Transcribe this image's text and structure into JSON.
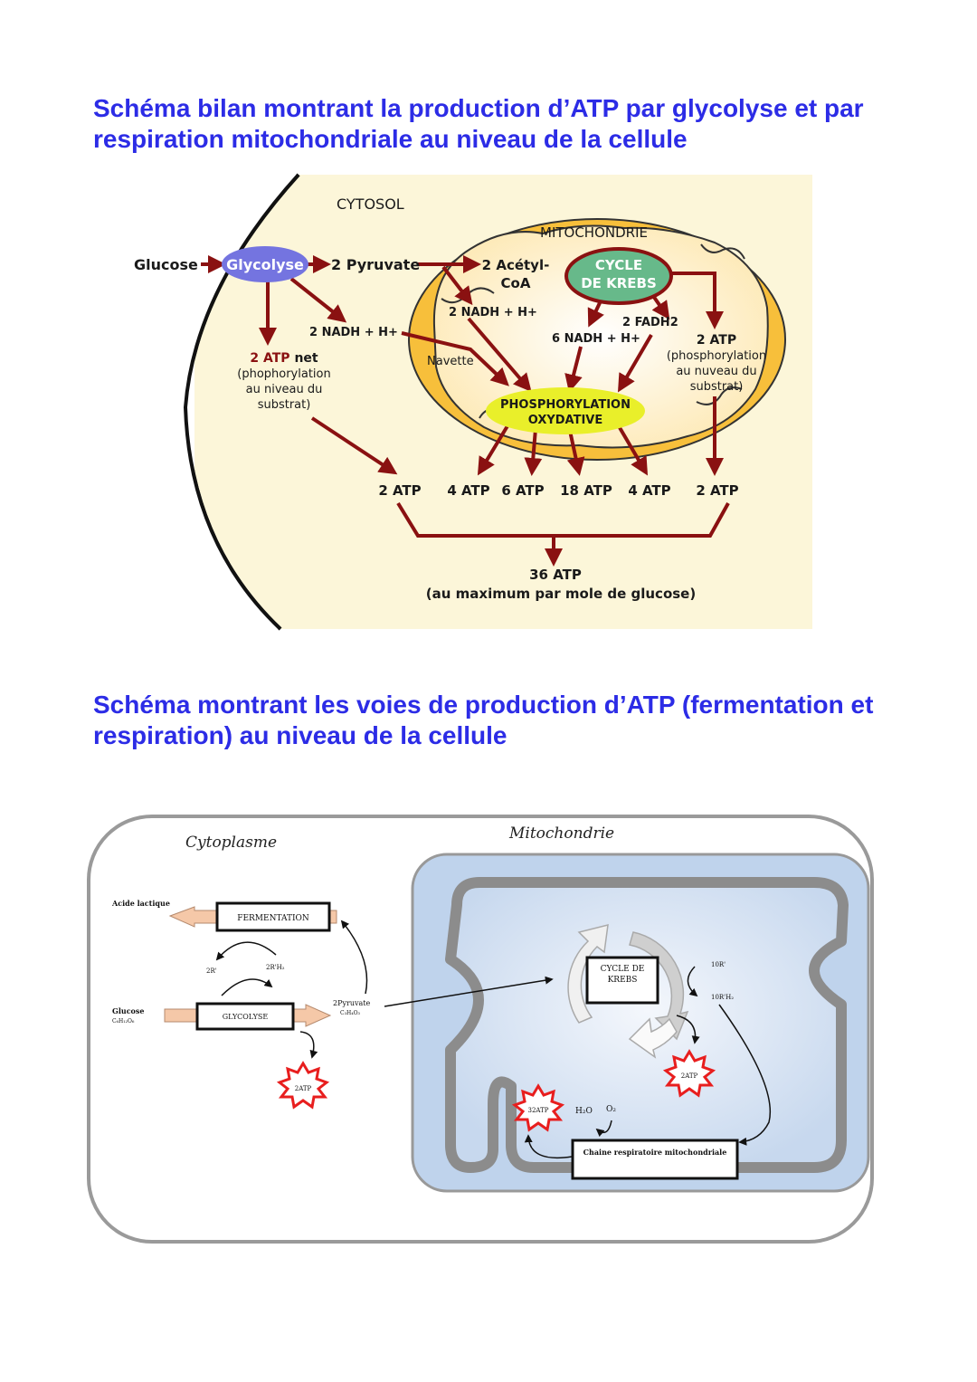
{
  "titles": {
    "top": "Schéma bilan montrant la production d’ATP par glycolyse et par respiration mitochondriale au niveau de la cellule",
    "bottom": "Schéma montrant les voies de production d’ATP (fermentation et respiration) au niveau de la cellule"
  },
  "diagram1": {
    "cytosol": "CYTOSOL",
    "mitochondrie": "MITOCHONDRIE",
    "glucose": "Glucose",
    "glycolyse": "Glycolyse",
    "pyruvate": "2 Pyruvate",
    "acetyl_1": "2 Acétyl-",
    "acetyl_2": "CoA",
    "krebs_1": "CYCLE",
    "krebs_2": "DE KREBS",
    "nadh_mito": "2 NADH + H+",
    "nadh_cyto": "2 NADH + H+",
    "fadh2": "2 FADH2",
    "nadh6": "6 NADH + H+",
    "atp_net_bold": "2 ATP",
    "atp_net_rest": " net",
    "phopho_1": "(phophorylation",
    "phopho_2": "au niveau du",
    "phopho_3": "substrat)",
    "navette": "Navette",
    "atp_krebs": "2 ATP",
    "phos_krebs_1": "(phosphorylation",
    "phos_krebs_2": "au nuveau du",
    "phos_krebs_3": "substrat)",
    "phos_ox_1": "PHOSPHORYLATION",
    "phos_ox_2": "OXYDATIVE",
    "bottom_atp": [
      "2 ATP",
      "4 ATP",
      "6 ATP",
      "18 ATP",
      "4 ATP",
      "2 ATP"
    ],
    "total": "36 ATP",
    "total_note": "(au maximum par mole de glucose)"
  },
  "diagram2": {
    "cytoplasme": "Cytoplasme",
    "mitochondrie": "Mitochondrie",
    "acide_lactique": "Acide lactique",
    "fermentation": "FERMENTATION",
    "r_ox": "2R'",
    "r_red": "2R'H₂",
    "glucose": "Glucose",
    "glucose_formula": "C₆H₁₂O₆",
    "glycolyse": "GLYCOLYSE",
    "pyruvate": "2Pyruvate",
    "pyruvate_formula": "C₃H₄O₃",
    "atp_glyco": "2ATP",
    "krebs_1": "CYCLE DE",
    "krebs_2": "KREBS",
    "r10": "10R'",
    "r10h2": "10R'H₂",
    "atp_krebs": "2ATP",
    "atp_32": "32ATP",
    "h2o": "H₂O",
    "o2": "O₂",
    "chaine": "Chaine respiratoire mitochondriale"
  },
  "colors": {
    "title": "#2c2ce6",
    "cytosol_bg": "#fcf6d9",
    "mito_orange": "#f7bf3b",
    "glycolyse_fill": "#7474e0",
    "krebs_fill": "#67b98a",
    "phos_fill": "#e9ef2a",
    "arrow": "#8a1111",
    "mito2_blue": "#bfd3ec",
    "atp_star": "#e81e1e"
  }
}
